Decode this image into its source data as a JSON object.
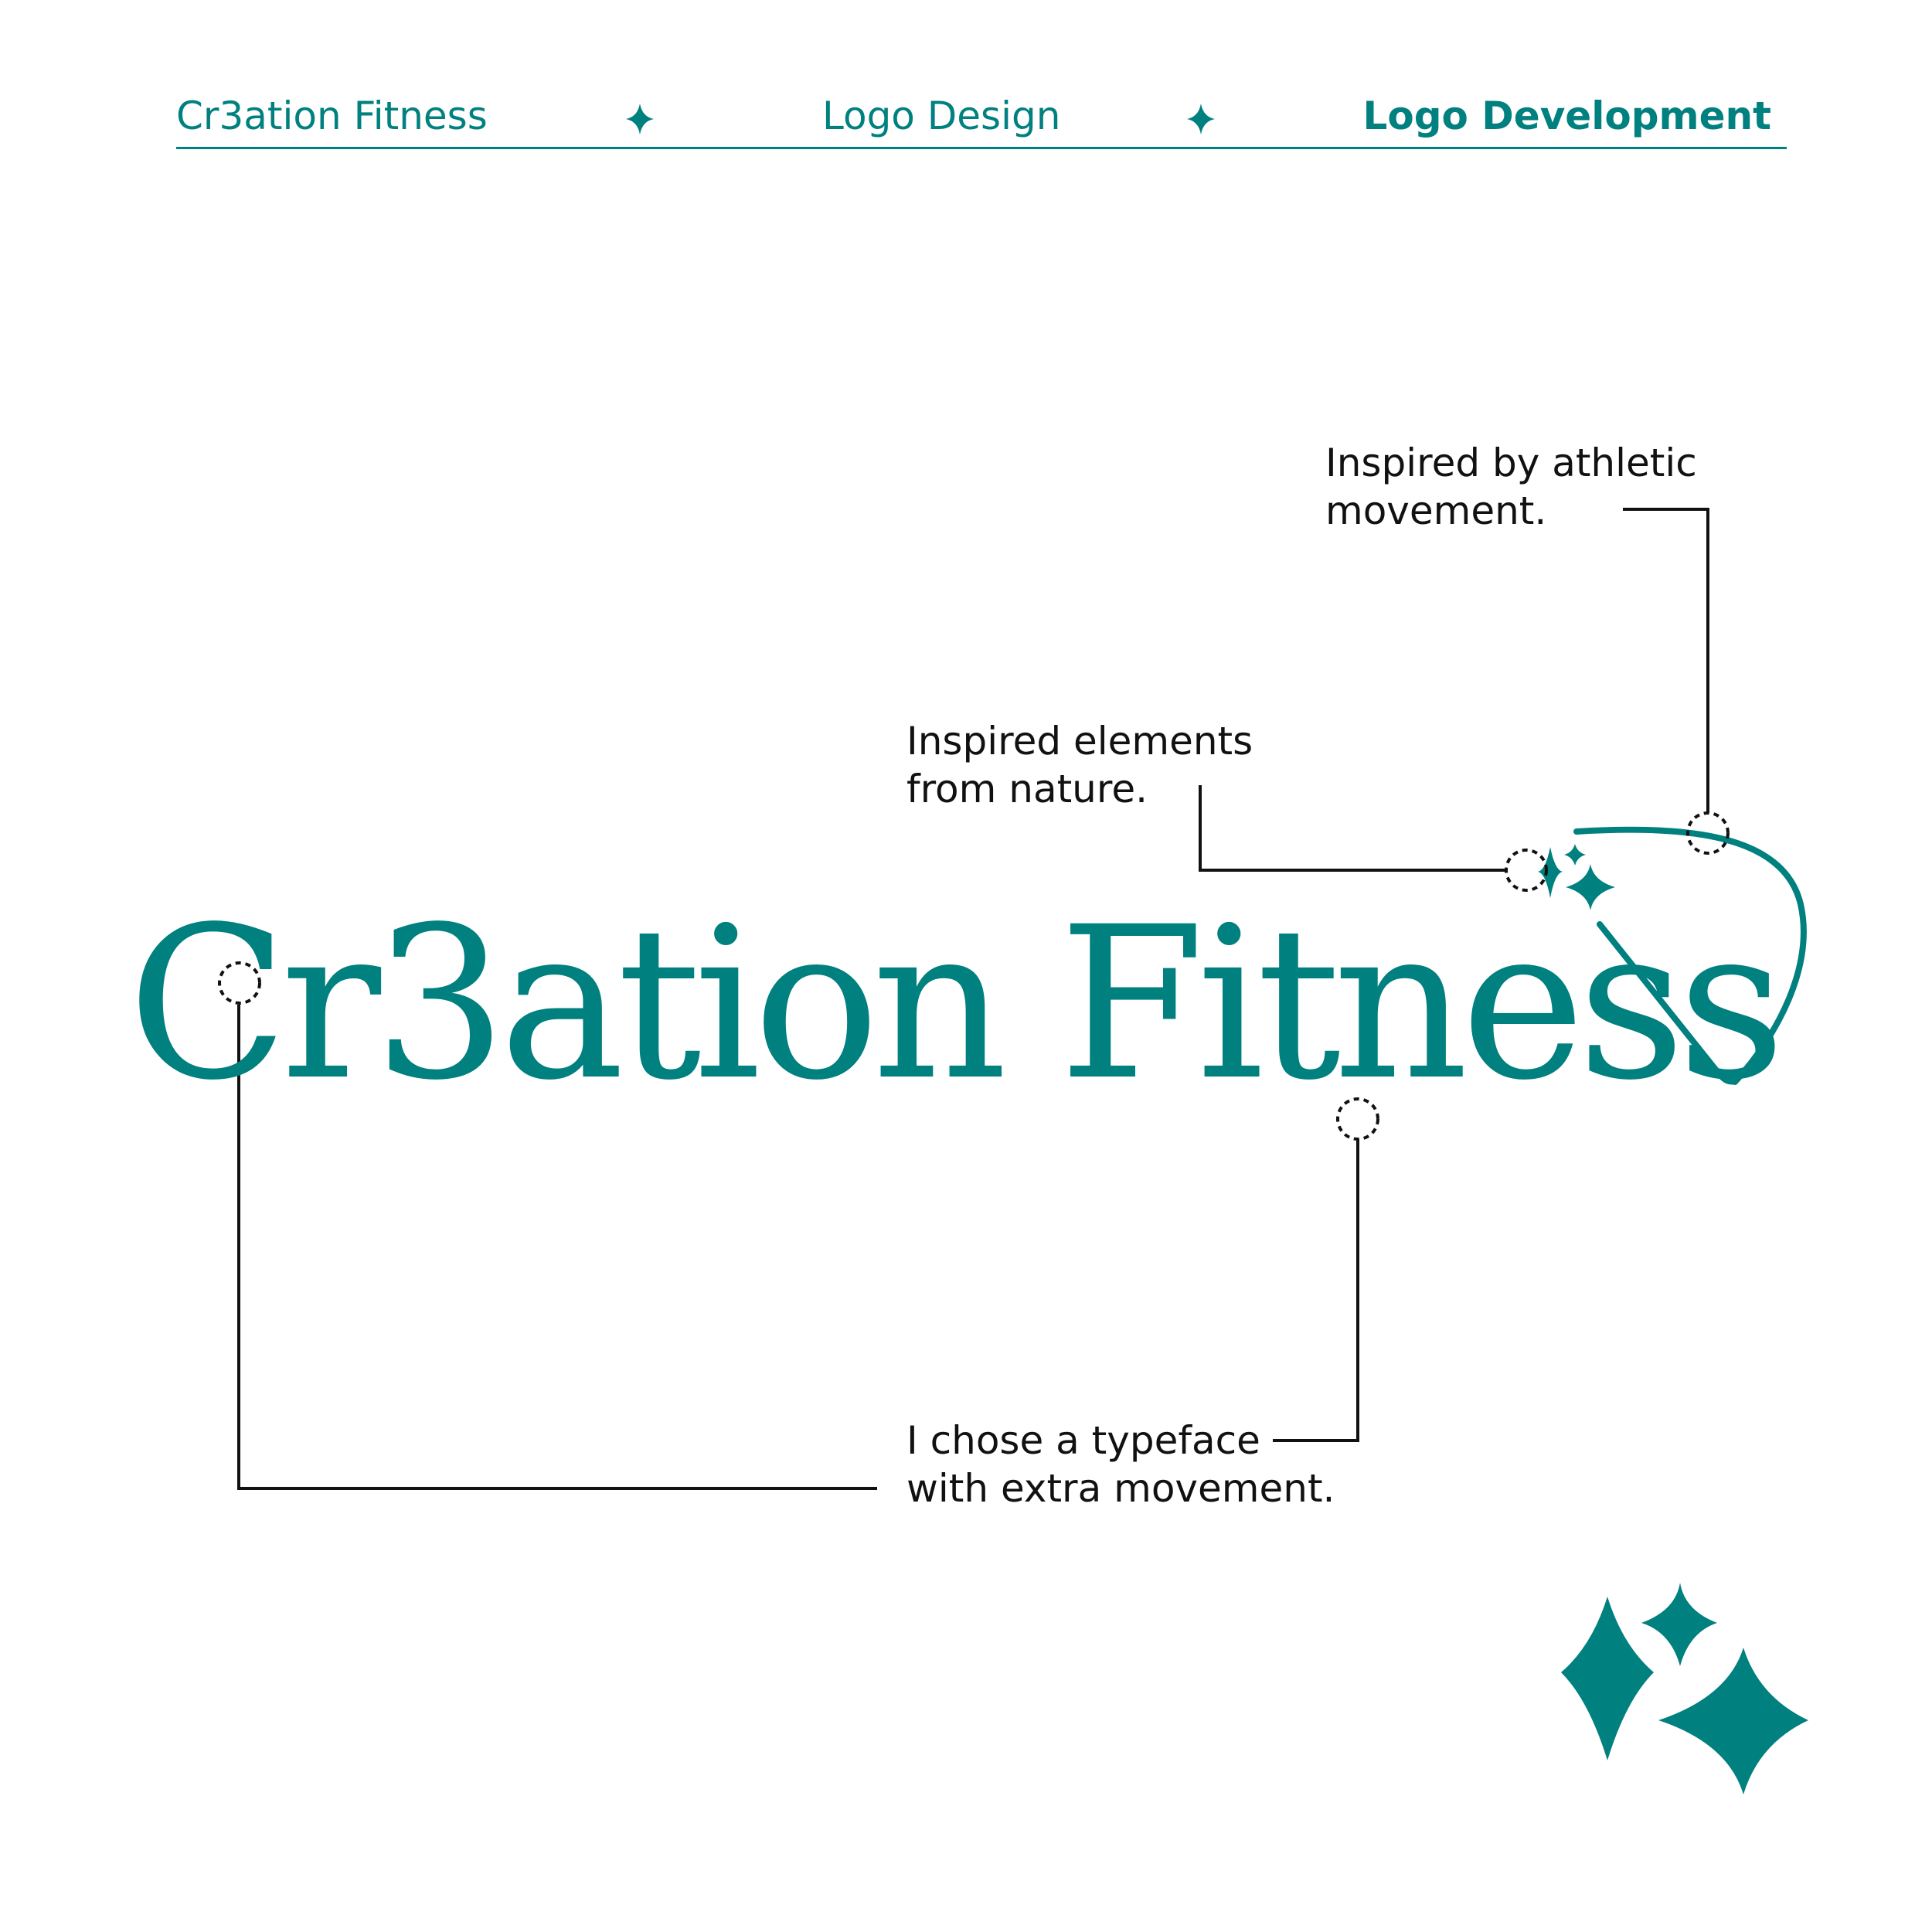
{
  "header": {
    "brand": "Cr3ation Fitness",
    "section": "Logo Design",
    "page": "Logo Development"
  },
  "logo": {
    "wordmark": "Cr3ation Fitness"
  },
  "annotations": {
    "athletic": {
      "line1": "Inspired by athletic",
      "line2": "movement."
    },
    "nature": {
      "line1": "Inspired elements",
      "line2": "from nature."
    },
    "typeface": {
      "line1": "I chose a typeface",
      "line2": "with extra movement."
    }
  },
  "colors": {
    "accent": "#00807f",
    "text": "#111111",
    "background": "#ffffff"
  },
  "icons": [
    "sparkle-icon",
    "sparkle-cluster-icon",
    "leaf-shape-icon"
  ]
}
